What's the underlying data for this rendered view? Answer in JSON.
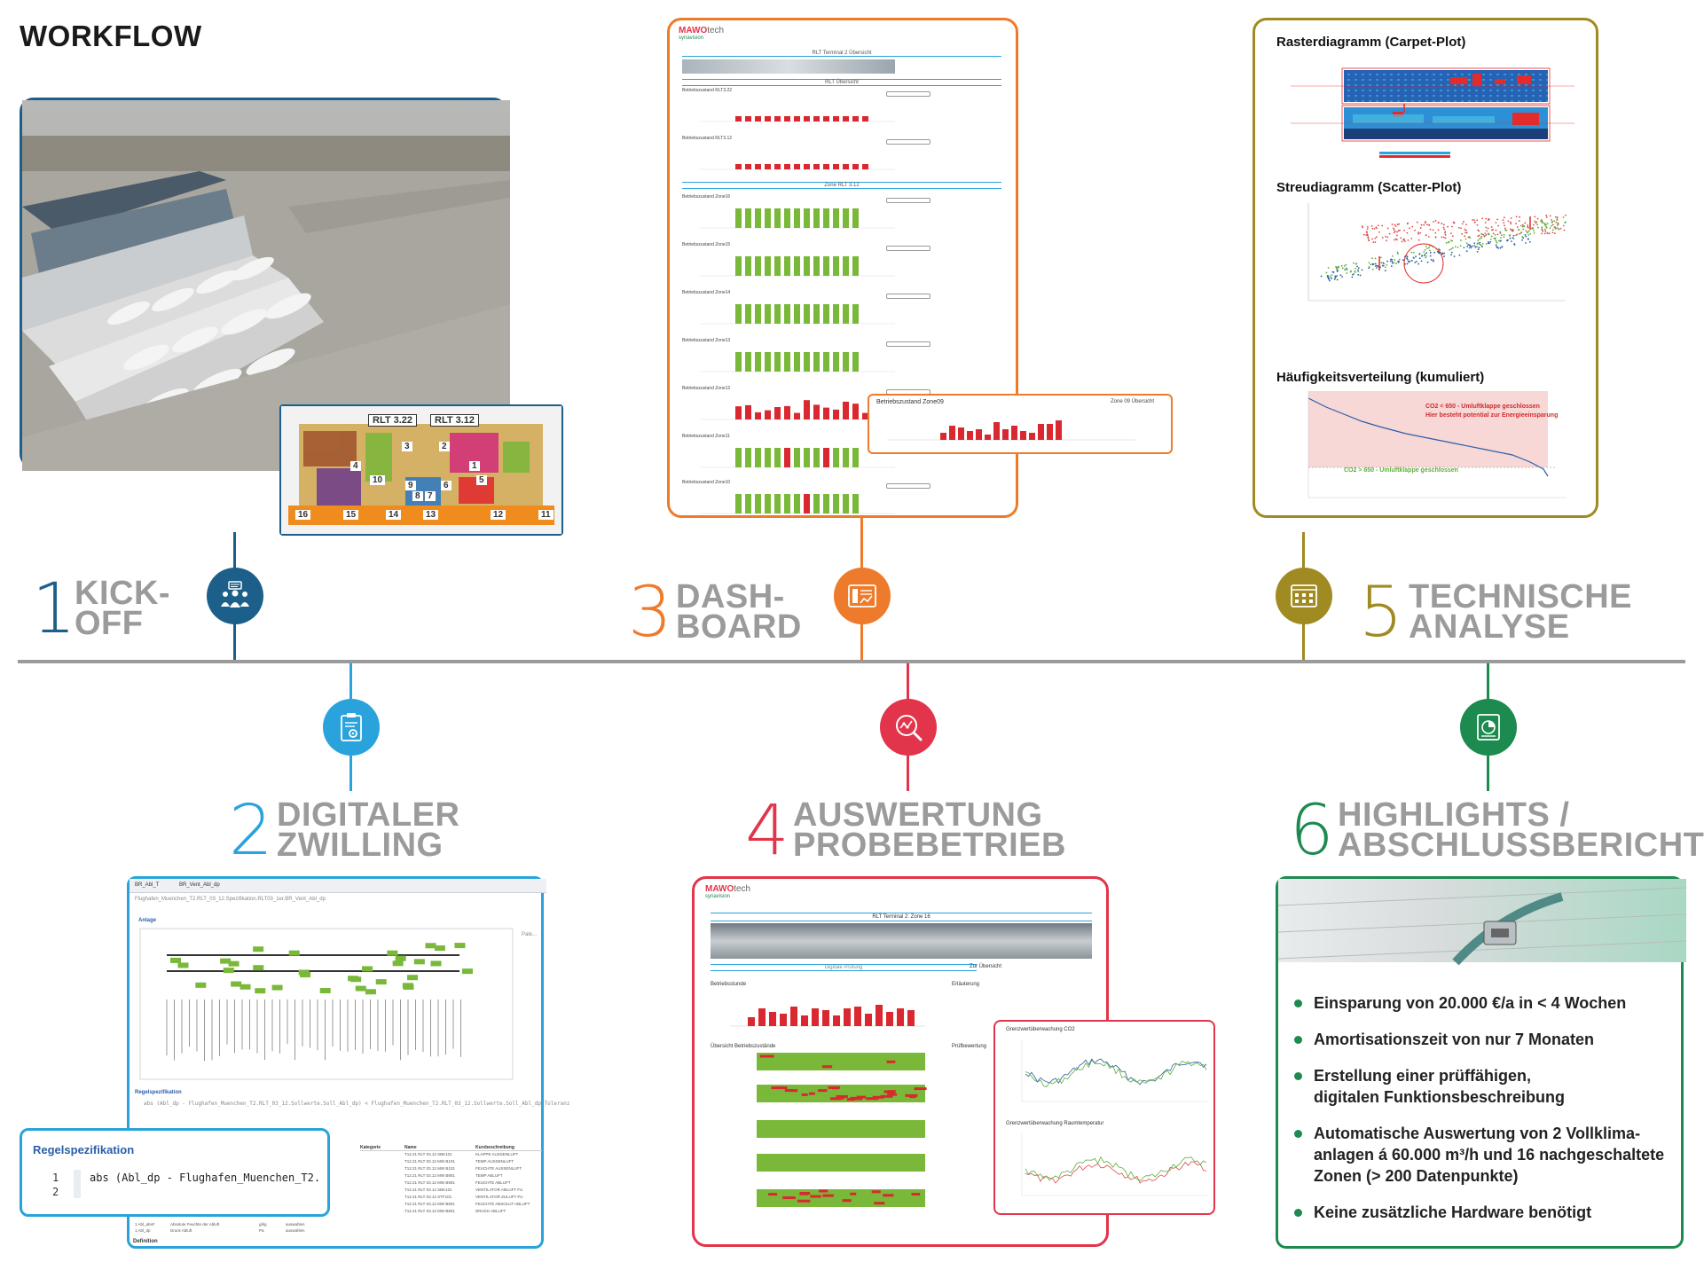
{
  "title": "WORKFLOW",
  "colors": {
    "step1": "#1b5f8a",
    "step2": "#2aa3dc",
    "step3": "#ee7b2b",
    "step4": "#e2344a",
    "step5": "#a08a22",
    "step6": "#1d8a4f",
    "timeline": "#9a9a9a",
    "label": "#9b9b9b"
  },
  "steps": [
    {
      "num": "1",
      "line1": "KICK-",
      "line2": "OFF",
      "icon": "team-icon"
    },
    {
      "num": "2",
      "line1": "DIGITALER",
      "line2": "ZWILLING",
      "icon": "clipboard-gear-icon"
    },
    {
      "num": "3",
      "line1": "DASH-",
      "line2": "BOARD",
      "icon": "dashboard-icon"
    },
    {
      "num": "4",
      "line1": "AUSWERTUNG",
      "line2": "PROBEBETRIEB",
      "icon": "magnifier-chart-icon"
    },
    {
      "num": "5",
      "line1": "TECHNISCHE",
      "line2": "ANALYSE",
      "icon": "document-chart-icon"
    },
    {
      "num": "6",
      "line1": "HIGHLIGHTS /",
      "line2": "ABSCHLUSSBERICHT",
      "icon": "report-pie-icon"
    }
  ],
  "floorplan": {
    "rlt_left": "RLT 3.22",
    "rlt_right": "RLT 3.12",
    "zones": [
      "3",
      "2",
      "4",
      "1",
      "10",
      "9",
      "6",
      "5",
      "8",
      "7",
      "16",
      "15",
      "14",
      "13",
      "12",
      "11"
    ]
  },
  "dashboard": {
    "brand": "MAWO",
    "brand_suffix": "tech",
    "brand_sub": "synavision",
    "header": "RLT Terminal 2 Übersicht",
    "section_rlt": "RLT Übersicht",
    "section_zone": "Zone RLT 3.12",
    "rows": [
      {
        "label": "Betriebszustand RLT3.22",
        "color": "#d9282f"
      },
      {
        "label": "Betriebszustand RLT3.12",
        "color": "#d9282f"
      },
      {
        "label": "Betriebszustand Zone16",
        "color": "#7ab83a"
      },
      {
        "label": "Betriebszustand Zone15",
        "color": "#7ab83a"
      },
      {
        "label": "Betriebszustand Zone14",
        "color": "#7ab83a"
      },
      {
        "label": "Betriebszustand Zone13",
        "color": "#7ab83a"
      },
      {
        "label": "Betriebszustand Zone12",
        "color": "#d9282f"
      },
      {
        "label": "Betriebszustand Zone11",
        "color": "#7ab83a"
      },
      {
        "label": "Betriebszustand Zone10",
        "color": "#7ab83a"
      }
    ],
    "popup_title": "Betriebszustand Zone09",
    "popup_link": "Zone 09 Übersicht"
  },
  "analysis": {
    "carpet_title": "Rasterdiagramm (Carpet-Plot)",
    "scatter_title": "Streudiagramm (Scatter-Plot)",
    "freq_title": "Häufigkeitsverteilung (kumuliert)",
    "freq_note_red_1": "CO2 < 650 - Umluftklappe geschlossen",
    "freq_note_red_2": "Hier besteht potential zur Energieeinsparung",
    "freq_note_green": "CO2 > 650 - Umluftklappe geschlossen"
  },
  "twin": {
    "tab1": "BR_Abl_T",
    "tab2": "BR_Vent_Abl_dp",
    "path": "Flughafen_Muenchen_T2.RLT_03_12.Spezifikation.RLT03_1er.BR_Vent_Abl_dp",
    "section_anlage": "Anlage",
    "panel_right": "Pale...",
    "rule_header": "Regelspezifikation",
    "rule_line": "abs (Abl_dp - Flughafen_Muenchen_T2.RLT_03_12.Sollwerte.Soll_Abl_dp) < Flughafen_Muenchen_T2.RLT_03_12.Sollwerte.Soll_Abl_dp_Toleranz",
    "columns": [
      "Kategorie",
      "Name",
      "Kurzbeschreibung"
    ],
    "table_rows": [
      {
        "name": "T12.21 RLT 03.12 SBK101",
        "desc": "KLAPPE AUSSENLUFT"
      },
      {
        "name": "T12.21 RLT 03.12 MW B101",
        "desc": "TEMP AUSSENLUFT"
      },
      {
        "name": "T12.21 RLT 03.12 MW B101",
        "desc": "FEUCHTE AUSSENLUFT"
      },
      {
        "name": "T12.21 RLT 03.12 MW B901",
        "desc": "TEMP ABLUFT"
      },
      {
        "name": "T12.21 RLT 03.12 MW B901",
        "desc": "FEUCHTE ABLUFT"
      },
      {
        "name": "T12.21 RLT 03.12 SBK101",
        "desc": "VENTILATOR ABLUFT FU"
      },
      {
        "name": "T12.21 RLT 03.12 STF101",
        "desc": "VENTILATOR ZULUFT FU"
      },
      {
        "name": "T12.21 RLT 03.12 MW B901",
        "desc": "FEUCHTE ABSOLUT ABLUFT"
      },
      {
        "name": "T12.21 RLT 03.12 MW B801",
        "desc": "DRUCK ABLUFT"
      }
    ],
    "bottom_rows": [
      {
        "a": "1 Abl_absF",
        "b": "Absolute Feuchte der Abluft",
        "c": "g/kg",
        "d": "auswahlen"
      },
      {
        "a": "1 Abl_dp",
        "b": "Druck Abluft",
        "c": "Pa",
        "d": "auswahlen"
      }
    ],
    "footer_tab": "Definition",
    "zoom_title": "Regelspezifikation",
    "zoom_line1_num": "1",
    "zoom_line2_num": "2",
    "zoom_code": "abs (Abl_dp - Flughafen_Muenchen_T2."
  },
  "evaluation": {
    "brand": "MAWO",
    "brand_suffix": "tech",
    "brand_sub": "synavision",
    "header": "RLT Terminal 2: Zone 16",
    "section": "Digitale Prüfung",
    "link": "Zur Übersicht",
    "left_title": "Betriebsstunde",
    "overview_title": "Übersicht Betriebszustände",
    "right_title": "Erläuterung",
    "right_title2": "Prüfbewertung",
    "popup_title1": "Grenzwertüberwachung CO2",
    "popup_title2": "Grenzwertüberwachung Raumtemperatur"
  },
  "highlights": [
    "Einsparung von 20.000 €/a in < 4 Wochen",
    "Amortisationszeit von nur 7 Monaten",
    "Erstellung einer prüffähigen,",
    "digitalen Funktionsbeschreibung",
    "Automatische Auswertung von 2 Vollklima-",
    "anlagen á 60.000 m³/h und 16 nachgeschaltete",
    "Zonen (> 200 Datenpunkte)",
    "Keine zusätzliche Hardware benötigt"
  ]
}
